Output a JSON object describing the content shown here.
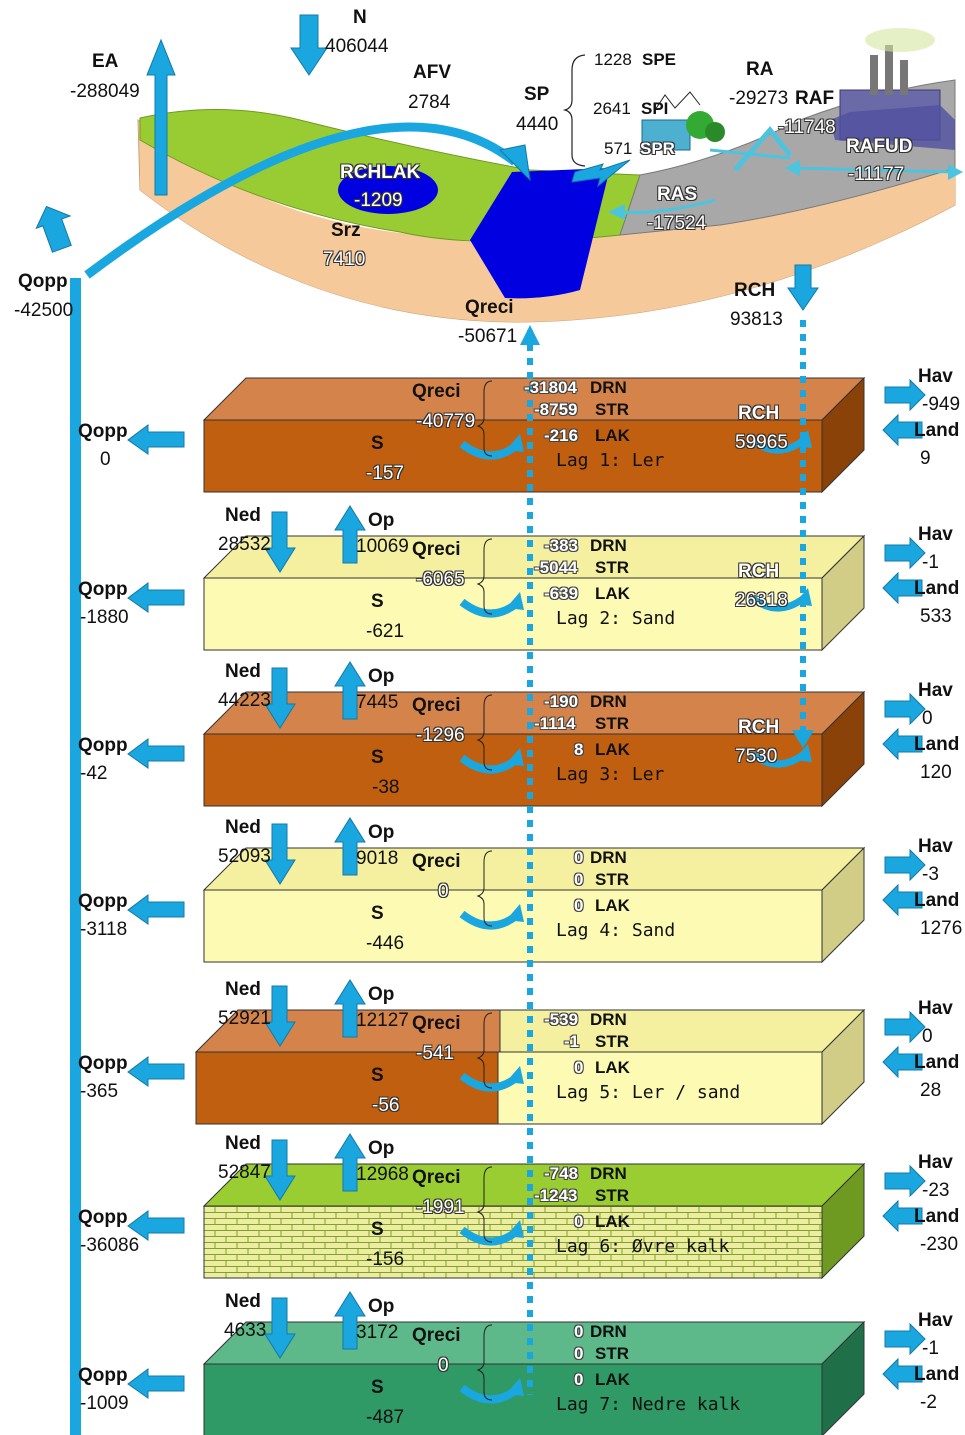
{
  "colors": {
    "arrow": "#1aa7e0",
    "clay": "#c15f10",
    "clay_top": "#d4834a",
    "clay_side": "#8a4208",
    "sand": "#fdfbb3",
    "sand_top": "#f4f0a0",
    "sand_side": "#d2cd86",
    "limestone": "#eeeca2",
    "limestone_top": "#9acd32",
    "limestone_side": "#6e9a22",
    "chalk_low": "#2f9a66",
    "chalk_low_top": "#5db88a",
    "chalk_low_side": "#1f7048",
    "ground_green": "#99cc33",
    "soil": "#f6c99a",
    "water": "#0000e0",
    "urban": "#a6a6a6"
  },
  "surface": {
    "N": {
      "label": "N",
      "value": "406044"
    },
    "EA": {
      "label": "EA",
      "value": "-288049"
    },
    "AFV": {
      "label": "AFV",
      "value": "2784"
    },
    "SP": {
      "label": "SP",
      "value": "4440"
    },
    "SPE": {
      "label": "SPE",
      "value": "1228"
    },
    "SPI": {
      "label": "SPI",
      "value": "2641"
    },
    "SPR": {
      "label": "SPR",
      "value": "571"
    },
    "RA": {
      "label": "RA",
      "value": "-29273"
    },
    "RAF": {
      "label": "RAF",
      "value": "-11748"
    },
    "RAFUD": {
      "label": "RAFUD",
      "value": "-11177"
    },
    "RAS": {
      "label": "RAS",
      "value": "-17524"
    },
    "RCHLAK": {
      "label": "RCHLAK",
      "value": "-1209"
    },
    "Srz": {
      "label": "Srz",
      "value": "7410"
    },
    "Qreci": {
      "label": "Qreci",
      "value": "-50671"
    },
    "RCH": {
      "label": "RCH",
      "value": "93813"
    },
    "Qopp": {
      "label": "Qopp",
      "value": "-42500"
    }
  },
  "layers": [
    {
      "name": "Lag 1: Ler",
      "qreci": "-40779",
      "s": "-157",
      "qopp": "0",
      "drn": "-31804",
      "str": "-8759",
      "lak": "-216",
      "rch": "59965",
      "hav": "-949",
      "land": "9",
      "ned": "",
      "op": ""
    },
    {
      "name": "Lag 2: Sand",
      "qreci": "-6065",
      "s": "-621",
      "qopp": "-1880",
      "drn": "-383",
      "str": "-5044",
      "lak": "-639",
      "rch": "26318",
      "hav": "-1",
      "land": "533",
      "ned": "28532",
      "op": "10069"
    },
    {
      "name": "Lag 3: Ler",
      "qreci": "-1296",
      "s": "-38",
      "qopp": "-42",
      "drn": "-190",
      "str": "-1114",
      "lak": "8",
      "rch": "7530",
      "hav": "0",
      "land": "120",
      "ned": "44223",
      "op": "7445"
    },
    {
      "name": "Lag 4: Sand",
      "qreci": "0",
      "s": "-446",
      "qopp": "-3118",
      "drn": "0",
      "str": "0",
      "lak": "0",
      "rch": "",
      "hav": "-3",
      "land": "1276",
      "ned": "52093",
      "op": "9018"
    },
    {
      "name": "Lag 5: Ler / sand",
      "qreci": "-541",
      "s": "-56",
      "qopp": "-365",
      "drn": "-539",
      "str": "-1",
      "lak": "0",
      "rch": "",
      "hav": "0",
      "land": "28",
      "ned": "52921",
      "op": "12127"
    },
    {
      "name": "Lag 6: Øvre kalk",
      "qreci": "-1991",
      "s": "-156",
      "qopp": "-36086",
      "drn": "-748",
      "str": "-1243",
      "lak": "0",
      "rch": "",
      "hav": "-23",
      "land": "-230",
      "ned": "52847",
      "op": "12968"
    },
    {
      "name": "Lag 7: Nedre kalk",
      "qreci": "0",
      "s": "-487",
      "qopp": "-1009",
      "drn": "0",
      "str": "0",
      "lak": "0",
      "rch": "",
      "hav": "-1",
      "land": "-2",
      "ned": "4633",
      "op": "3172"
    }
  ],
  "terms": {
    "qreci": "Qreci",
    "s": "S",
    "qopp": "Qopp",
    "drn": "DRN",
    "str": "STR",
    "lak": "LAK",
    "rch": "RCH",
    "hav": "Hav",
    "land": "Land",
    "ned": "Ned",
    "op": "Op"
  }
}
